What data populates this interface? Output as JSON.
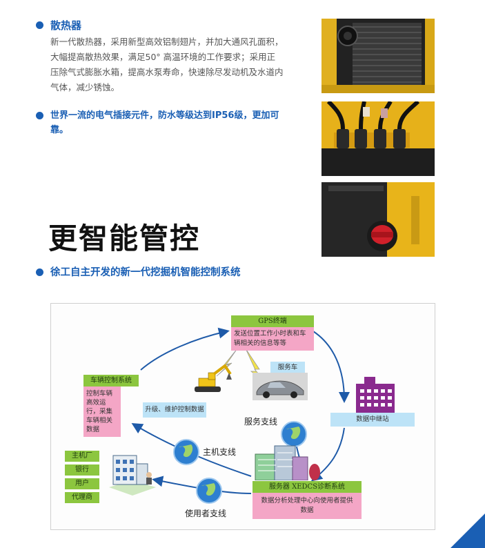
{
  "section1": {
    "title": "散热器",
    "body": "新一代散热器，采用新型高效铝制翅片，并加大通风孔面积，大幅提高散热效果，满足50° 高温环境的工作要求；采用正压除气式膨胀水箱，提高水泵寿命，快速除尽发动机及水道内气体，减少锈蚀。"
  },
  "section2": {
    "text": "世界一流的电气插接元件，防水等级达到IP56级，更加可靠。"
  },
  "heading": "更智能管控",
  "subheading": "徐工自主开发的新一代挖掘机智能控制系统",
  "diagram": {
    "gps_title": "GPS终端",
    "gps_desc": "发送位置工作小时表和车辆相关的信息等等",
    "service_car": "服务车",
    "vehicle_ctrl_title": "车辆控制系统",
    "vehicle_ctrl_desc": "控制车辆高效运行，采集车辆相关数据",
    "upgrade": "升级、维护控制数据",
    "service_line": "服务支线",
    "data_relay": "数据中继站",
    "host_line": "主机支线",
    "user_line": "使用者支线",
    "users": [
      "主机厂",
      "银行",
      "用户",
      "代理商"
    ],
    "server_title": "服务器  XEDCS诊断系统",
    "server_desc": "数据分析处理中心向使用者提供数据"
  }
}
